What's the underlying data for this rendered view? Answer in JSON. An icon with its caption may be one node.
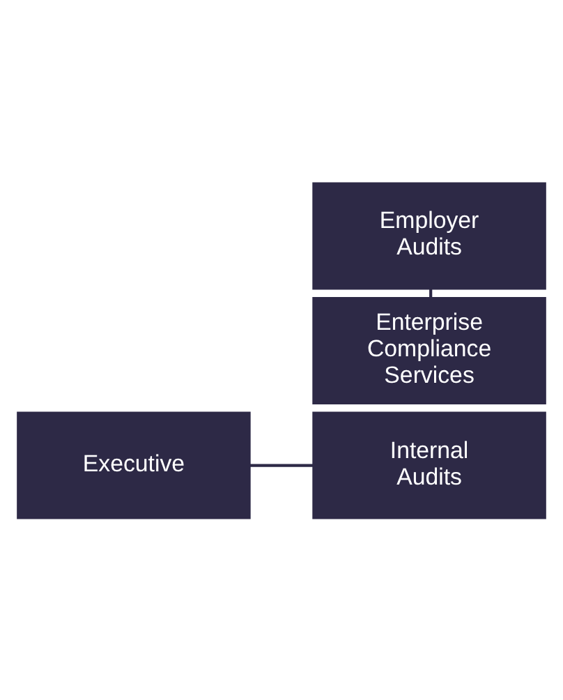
{
  "diagram": {
    "nodes": [
      {
        "text": [
          "Executive"
        ]
      },
      {
        "text": [
          "Employer Audits"
        ]
      },
      {
        "text": [
          "Internal Audits"
        ]
      },
      {
        "text": [
          "Enterprise Compliance Services"
        ]
      }
    ],
    "edges": [
      {
        "from": 0,
        "to": 2,
        "arrow": "none"
      },
      {
        "from": 1,
        "to": 3,
        "arrow": "none"
      }
    ]
  }
}
